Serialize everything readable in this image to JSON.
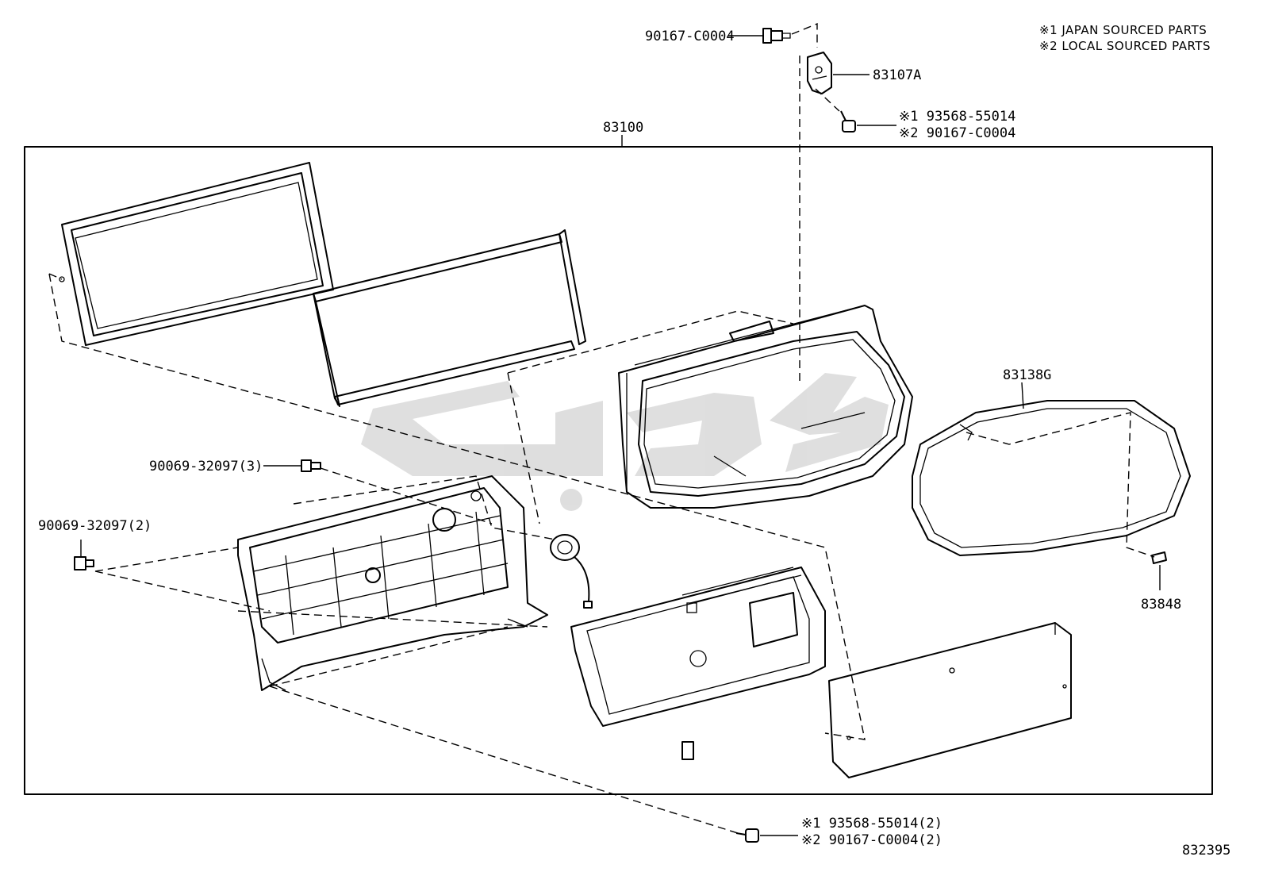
{
  "legend": {
    "line1": "※1 JAPAN SOURCED PARTS",
    "line2": "※2 LOCAL SOURCED PARTS"
  },
  "labels": {
    "bolt_top": "90167-C0004",
    "bracket": "83107A",
    "screw_top_1": "※1 93568-55014",
    "screw_top_2": "※2 90167-C0004",
    "assembly": "83100",
    "lens_cover": "83138G",
    "clip": "83848",
    "screw_a": "90069-32097(3)",
    "screw_b": "90069-32097(2)",
    "screw_bottom_1": "※1 93568-55014(2)",
    "screw_bottom_2": "※2 90167-C0004(2)",
    "diagram_number": "832395"
  },
  "watermark": {
    "color": "#d9d9d9"
  }
}
